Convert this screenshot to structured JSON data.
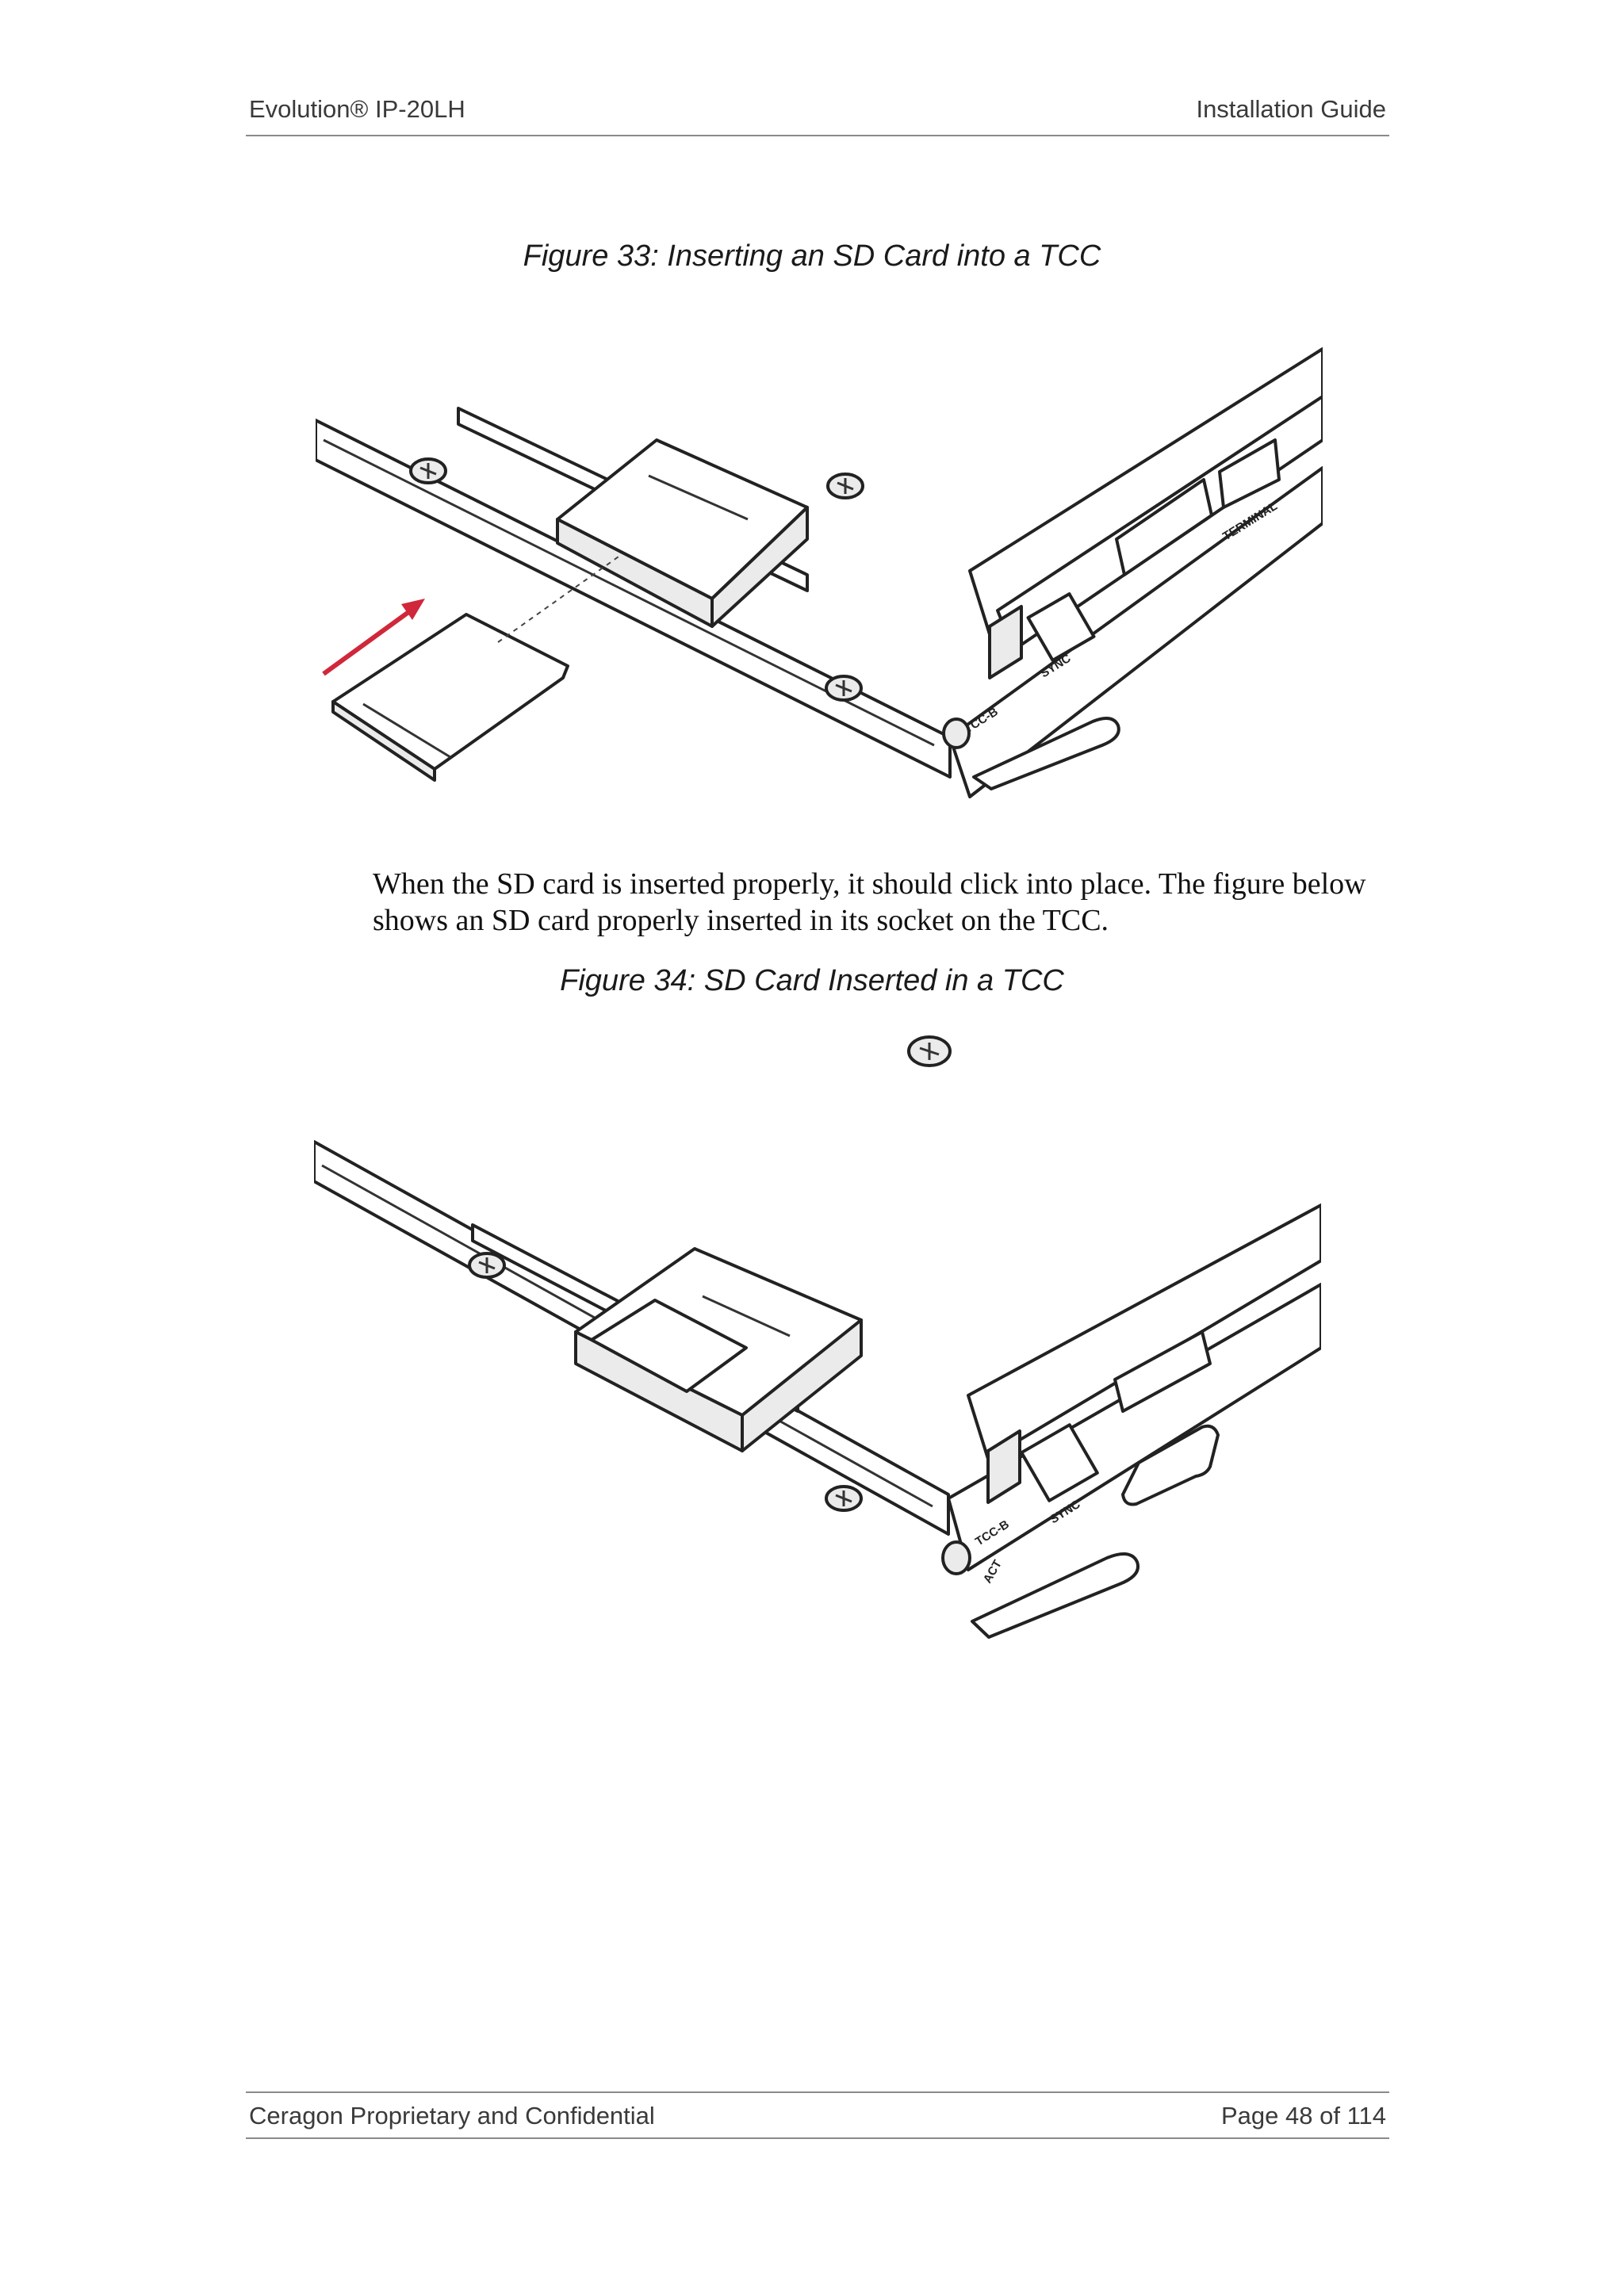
{
  "header": {
    "product": "Evolution® IP-20LH",
    "document": "Installation Guide"
  },
  "figures": [
    {
      "caption": "Figure 33: Inserting an SD Card into a TCC",
      "labels": {
        "card": "TCC-B",
        "port1": "SYNC",
        "port2": "TERMINAL"
      },
      "arrow_color": "#d0273a"
    },
    {
      "caption": "Figure 34: SD Card Inserted in a TCC",
      "labels": {
        "card": "TCC-B",
        "port1": "SYNC",
        "led": "ACT"
      }
    }
  ],
  "body": {
    "paragraph": "When the SD card is inserted properly, it should click into place. The figure below shows an SD card properly inserted in its socket on the TCC."
  },
  "footer": {
    "left": "Ceragon Proprietary and Confidential",
    "right": "Page 48 of 114"
  }
}
